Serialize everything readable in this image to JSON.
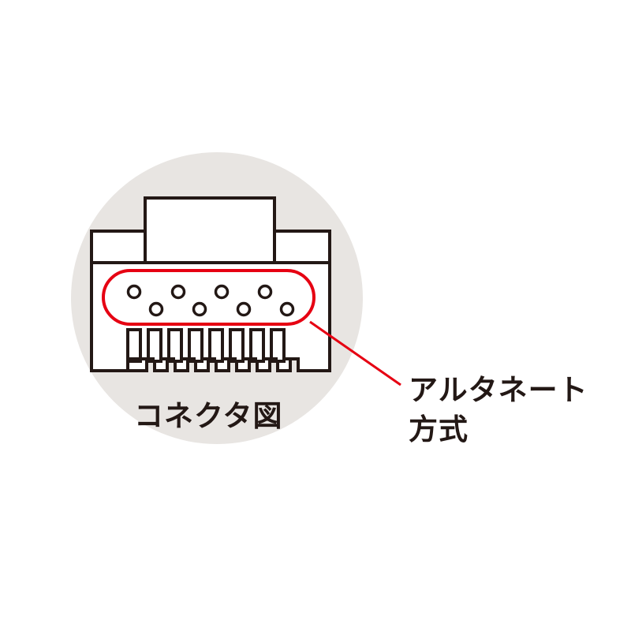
{
  "diagram": {
    "caption": "コネクタ図",
    "callout": {
      "line1": "アルタネート",
      "line2": "方式"
    },
    "colors": {
      "background": "#ffffff",
      "circle": "#e8e5e2",
      "outline": "#231815",
      "highlight": "#e60012",
      "fill": "#ffffff"
    },
    "connector": {
      "pin_rows": [
        {
          "row": "top",
          "count": 4
        },
        {
          "row": "bottom",
          "count": 4
        }
      ],
      "contact_fingers": 8
    }
  }
}
